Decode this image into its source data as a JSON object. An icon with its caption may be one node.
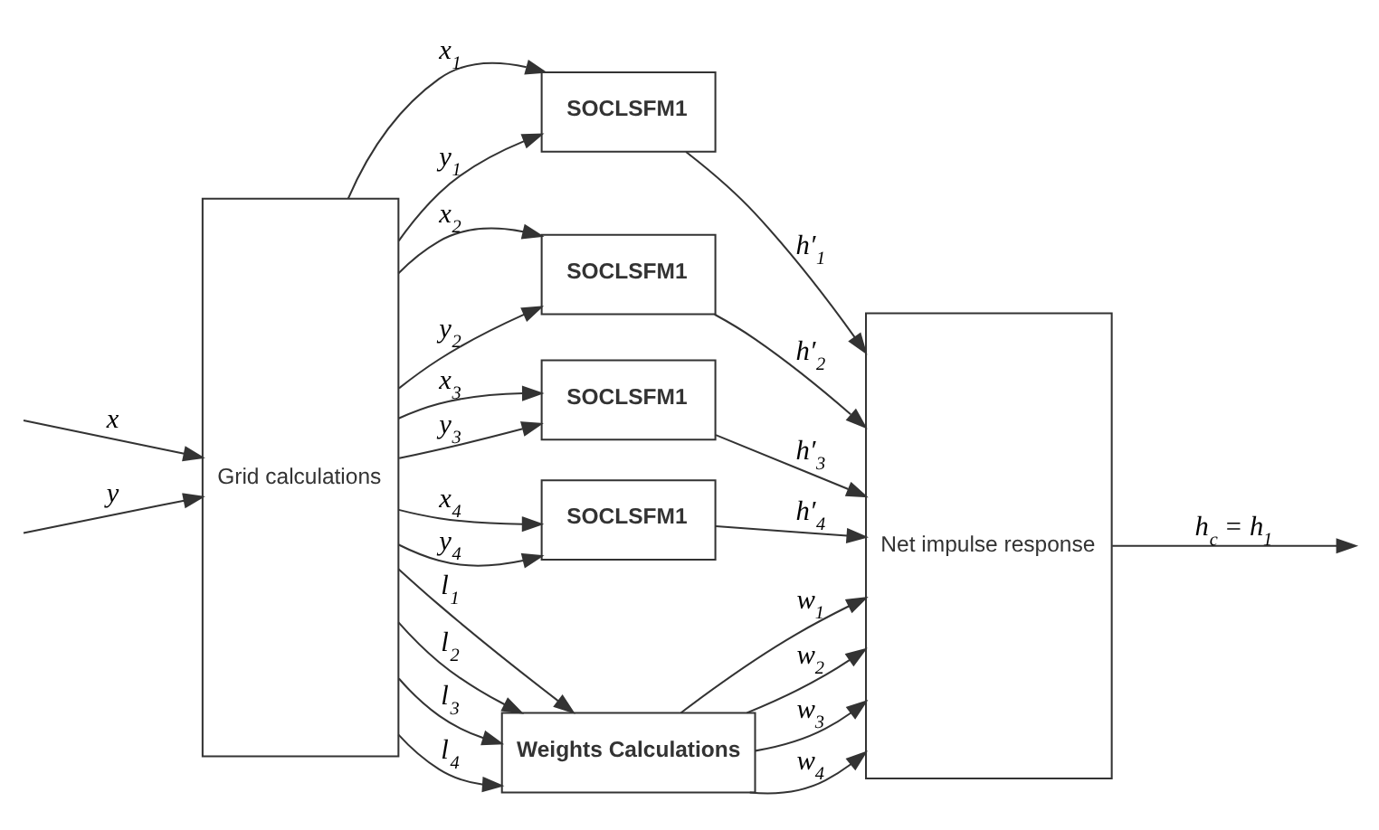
{
  "diagram": {
    "nodes": [
      {
        "text": [
          "Grid calculations"
        ]
      },
      {
        "text": [
          "SOCLSFM1"
        ]
      },
      {
        "text": [
          "SOCLSFM1"
        ]
      },
      {
        "text": [
          "SOCLSFM1"
        ]
      },
      {
        "text": [
          "SOCLSFM1"
        ]
      },
      {
        "text": [
          "Weights Calculations"
        ]
      },
      {
        "text": [
          "Net impulse response"
        ]
      }
    ],
    "edges": [
      {
        "from": null,
        "to": 0,
        "arrow": "to",
        "label": "x"
      },
      {
        "from": null,
        "to": 0,
        "arrow": "to",
        "label": "y"
      },
      {
        "from": 0,
        "to": 1,
        "arrow": "to",
        "label": "x$_{1}$"
      },
      {
        "from": 0,
        "to": 1,
        "arrow": "to",
        "label": "y$_{1}$"
      },
      {
        "from": 0,
        "to": 2,
        "arrow": "to",
        "label": "x$_{2}$"
      },
      {
        "from": 0,
        "to": 2,
        "arrow": "to",
        "label": "y$_{2}$"
      },
      {
        "from": 0,
        "to": 3,
        "arrow": "to",
        "label": "x$_{3}$"
      },
      {
        "from": 0,
        "to": 3,
        "arrow": "to",
        "label": "y$_{3}$"
      },
      {
        "from": 0,
        "to": 4,
        "arrow": "to",
        "label": "x$_{4}$"
      },
      {
        "from": 0,
        "to": 4,
        "arrow": "to",
        "label": "y$_{4}$"
      },
      {
        "from": 0,
        "to": 5,
        "arrow": "to",
        "label": "l$_{1}$"
      },
      {
        "from": 0,
        "to": 5,
        "arrow": "to",
        "label": "l$_{2}$"
      },
      {
        "from": 0,
        "to": 5,
        "arrow": "to",
        "label": "l$_{3}$"
      },
      {
        "from": 0,
        "to": 5,
        "arrow": "to",
        "label": "l$_{4}$"
      },
      {
        "from": 1,
        "to": 6,
        "arrow": "to",
        "label": "h′$_{1}$"
      },
      {
        "from": 2,
        "to": 6,
        "arrow": "to",
        "label": "h′$_{2}$"
      },
      {
        "from": 3,
        "to": 6,
        "arrow": "to",
        "label": "h′$_{3}$"
      },
      {
        "from": 4,
        "to": 6,
        "arrow": "to",
        "label": "h′$_{4}$"
      },
      {
        "from": 5,
        "to": 6,
        "arrow": "to",
        "label": "w$_{1}$"
      },
      {
        "from": 5,
        "to": 6,
        "arrow": "to",
        "label": "w$_{2}$"
      },
      {
        "from": 5,
        "to": 6,
        "arrow": "to",
        "label": "w$_{3}$"
      },
      {
        "from": 5,
        "to": 6,
        "arrow": "to",
        "label": "w$_{4}$"
      },
      {
        "from": 6,
        "to": null,
        "arrow": "to",
        "label": "h$_{c}$ = h$_{1}$"
      }
    ]
  }
}
